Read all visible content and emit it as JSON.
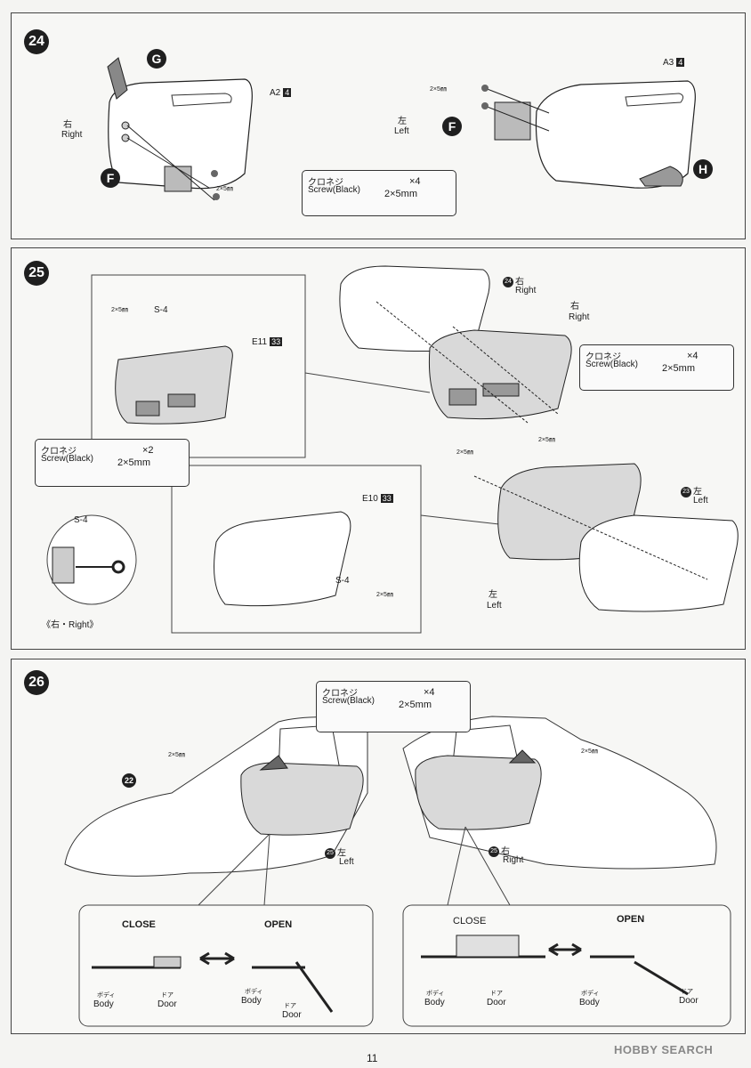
{
  "page": {
    "number": "11",
    "watermark": "HOBBY SEARCH"
  },
  "screw": {
    "jp": "クロネジ",
    "en": "Screw(Black)",
    "size": "2×5mm",
    "short_size": "2×5㎜"
  },
  "step24": {
    "number": "24",
    "right_jp": "右",
    "right_en": "Right",
    "left_jp": "左",
    "left_en": "Left",
    "part_a2": "A2",
    "part_a2_box": "4",
    "part_a3": "A3",
    "part_a3_box": "4",
    "marker_g": "G",
    "marker_f_left": "F",
    "marker_f_right": "F",
    "marker_h": "H",
    "screw_qty": "×4"
  },
  "step25": {
    "number": "25",
    "s4": "S-4",
    "s4_b": "S-4",
    "s4_c": "S-4",
    "e11": "E11",
    "e11_box": "33",
    "e10": "E10",
    "e10_box": "33",
    "ref24": "24",
    "ref24_jp": "右",
    "ref24_en": "Right",
    "ref23": "23",
    "ref23_jp": "左",
    "ref23_en": "Left",
    "right_jp": "右",
    "right_en": "Right",
    "left_jp": "左",
    "left_en": "Left",
    "detail_caption": "《右・Right》",
    "screw_qty_a": "×4",
    "screw_qty_b": "×2"
  },
  "step26": {
    "number": "26",
    "ref22": "22",
    "ref25_left": "25",
    "left_jp": "左",
    "left_en": "Left",
    "ref25_right": "25",
    "right_jp": "右",
    "right_en": "Right",
    "screw_qty": "×4",
    "close": "CLOSE",
    "open": "OPEN",
    "body_jp": "ボディ",
    "body_en": "Body",
    "door_jp": "ドア",
    "door_en": "Door"
  }
}
